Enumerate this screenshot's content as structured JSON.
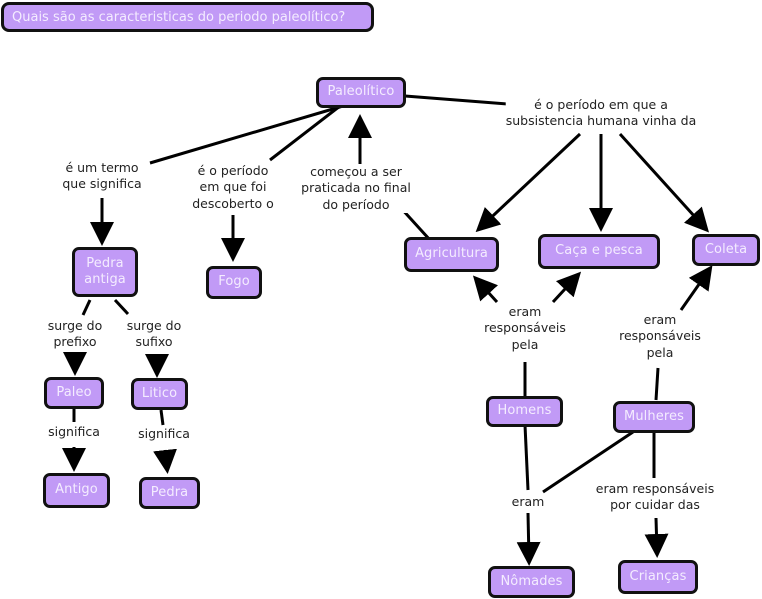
{
  "title": "Quais são as caracteristicas do periodo paleolítico?",
  "colors": {
    "node_fill": "#c19af6",
    "node_border": "#111111",
    "node_text": "#f4ecff",
    "link": "#000000"
  },
  "nodes": {
    "paleolitico": "Paleolítico",
    "pedra_antiga": "Pedra antiga",
    "fogo": "Fogo",
    "agricultura": "Agricultura",
    "caca_pesca": "Caça e pesca",
    "coleta": "Coleta",
    "paleo": "Paleo",
    "litico": "Litico",
    "antigo": "Antigo",
    "pedra": "Pedra",
    "homens": "Homens",
    "mulheres": "Mulheres",
    "nomades": "Nômades",
    "criancas": "Crianças"
  },
  "links": {
    "subsistencia": "é o período em que a\nsubsistencia humana vinha da",
    "termo": "é um termo\nque significa",
    "fogo": "é o período\nem que foi\ndescoberto o",
    "final": "começou a ser\npraticada no final\ndo período",
    "prefixo": "surge do\nprefixo",
    "sufixo": "surge do\nsufixo",
    "significa1": "significa",
    "significa2": "significa",
    "resp_homens": "eram\nresponsáveis\npela",
    "resp_mulheres": "eram\nresponsáveis\npela",
    "eram": "eram",
    "cuidar": "eram responsáveis\npor cuidar das"
  }
}
